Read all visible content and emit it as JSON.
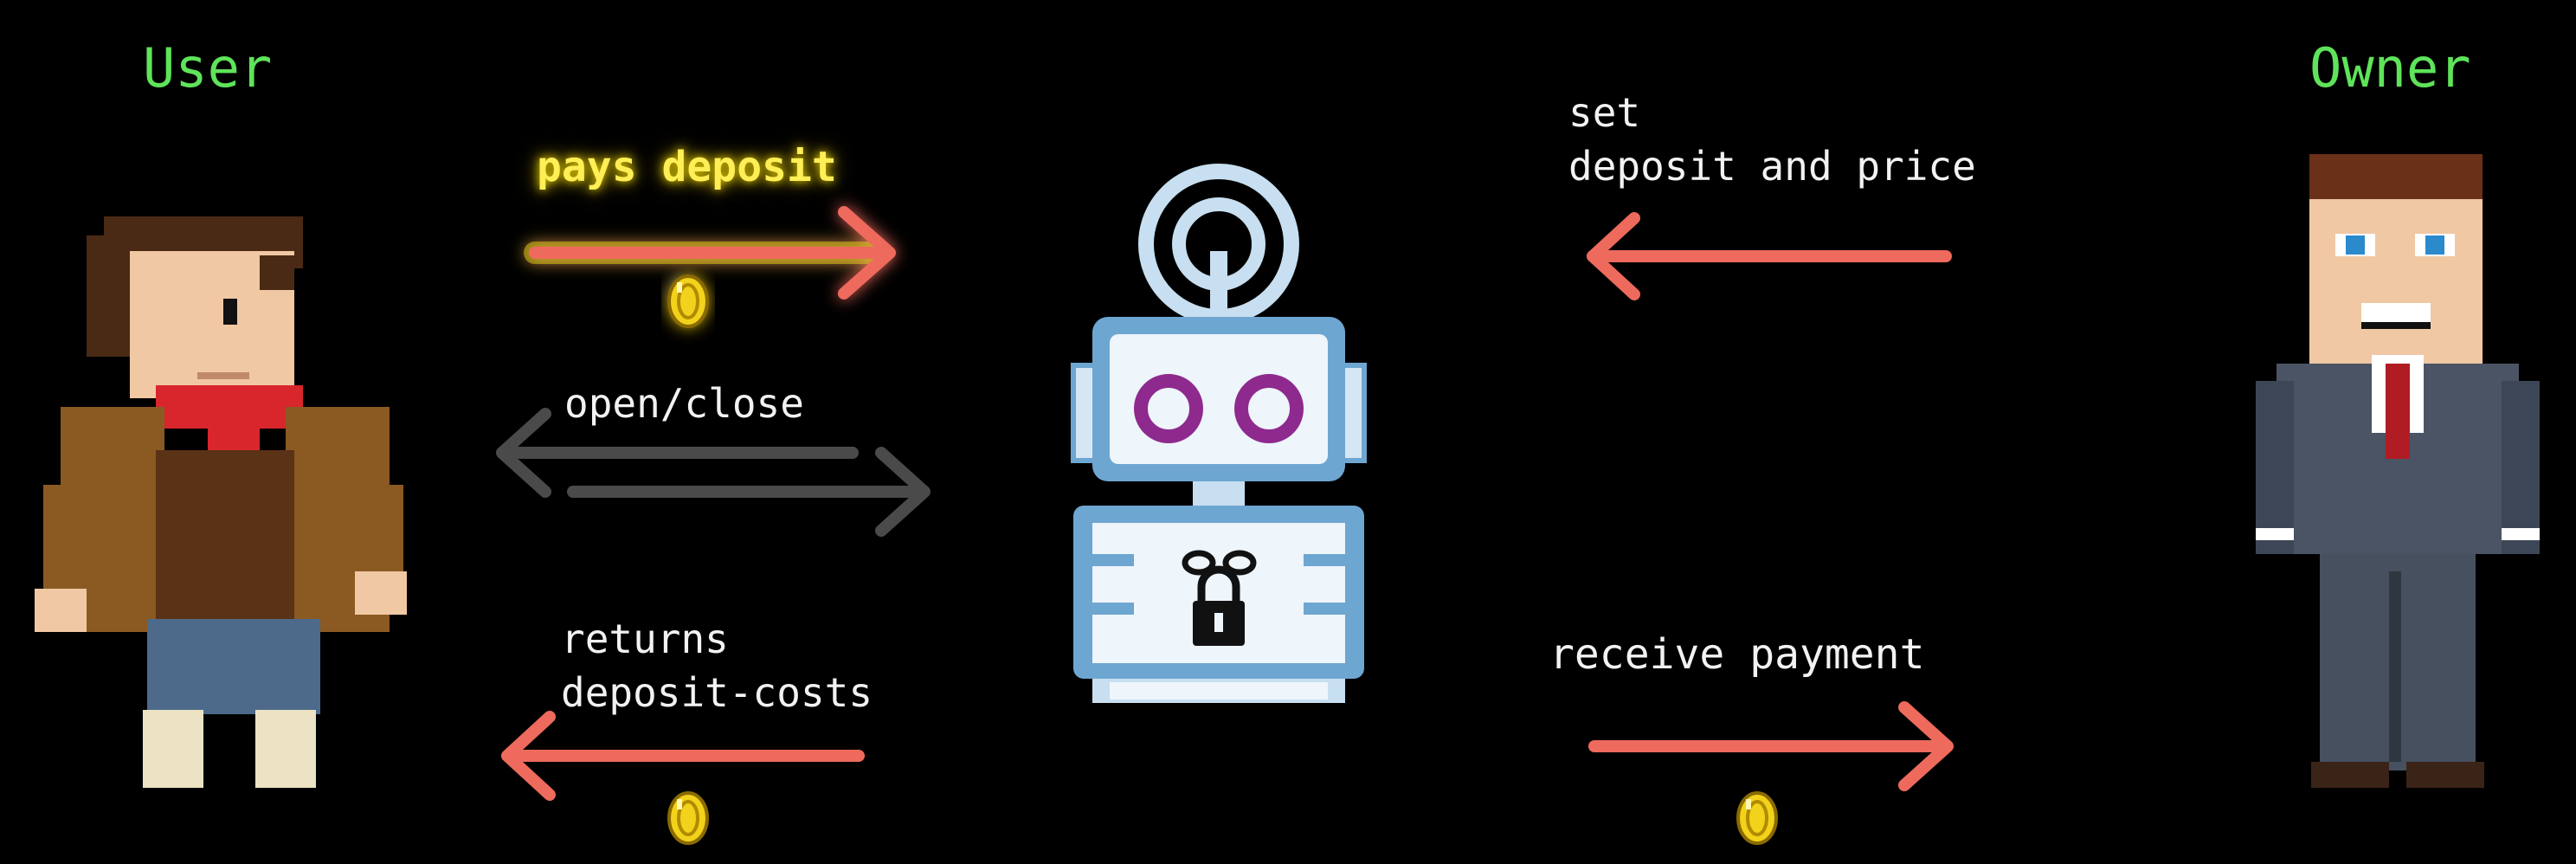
{
  "actors": {
    "user": {
      "label": "User"
    },
    "owner": {
      "label": "Owner"
    }
  },
  "flows": {
    "pays_deposit": "pays deposit",
    "open_close": "open/close",
    "returns": {
      "line1": "returns",
      "line2": "deposit-costs"
    },
    "set_deposit": {
      "line1": "set",
      "line2": "deposit and price"
    },
    "receive_payment": "receive payment"
  },
  "colors": {
    "arrow": "#ee6a5c",
    "arrow_gray": "#4a4a4a",
    "highlight": "#ffee55",
    "title": "#5fe35a",
    "coin": "#f2d21a",
    "robot_blue": "#6ea6d2",
    "robot_eye": "#8e2a8e"
  },
  "icons": {
    "user_avatar": "pixel-user-character",
    "owner_avatar": "pixel-businessman-character",
    "robot": "robot-lock-contract",
    "coin": "coin-icon"
  }
}
